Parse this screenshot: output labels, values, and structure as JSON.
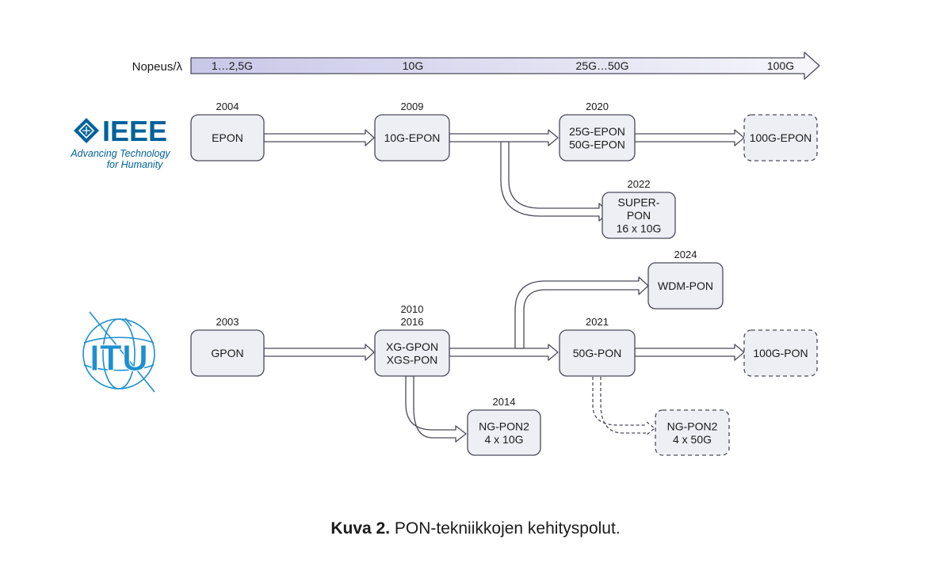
{
  "speed": {
    "label": "Nopeus/λ",
    "ticks": [
      "1…2,5G",
      "10G",
      "25G…50G",
      "100G"
    ]
  },
  "ieee": {
    "logo_text": "IEEE",
    "tagline_1": "Advancing Technology",
    "tagline_2": "for Humanity",
    "nodes": [
      {
        "id": "epon",
        "year": "2004",
        "lines": [
          "EPON"
        ],
        "future": false
      },
      {
        "id": "10g-epon",
        "year": "2009",
        "lines": [
          "10G-EPON"
        ],
        "future": false
      },
      {
        "id": "25g-50g-epon",
        "year": "2020",
        "lines": [
          "25G-EPON",
          "50G-EPON"
        ],
        "future": false
      },
      {
        "id": "100g-epon",
        "year": "",
        "lines": [
          "100G-EPON"
        ],
        "future": true
      },
      {
        "id": "super-pon",
        "year": "2022",
        "lines": [
          "SUPER-",
          "PON",
          "16 x 10G"
        ],
        "future": false
      }
    ]
  },
  "itu": {
    "logo_text": "ITU",
    "nodes": [
      {
        "id": "gpon",
        "year": "2003",
        "lines": [
          "GPON"
        ],
        "future": false
      },
      {
        "id": "xg-xgs-pon",
        "year": "2010\n2016",
        "lines": [
          "XG-GPON",
          "XGS-PON"
        ],
        "future": false
      },
      {
        "id": "wdm-pon",
        "year": "2024",
        "lines": [
          "WDM-PON"
        ],
        "future": false
      },
      {
        "id": "50g-pon",
        "year": "2021",
        "lines": [
          "50G-PON"
        ],
        "future": false
      },
      {
        "id": "100g-pon",
        "year": "",
        "lines": [
          "100G-PON"
        ],
        "future": true
      },
      {
        "id": "ng-pon2-10g",
        "year": "2014",
        "lines": [
          "NG-PON2",
          "4 x 10G"
        ],
        "future": false
      },
      {
        "id": "ng-pon2-50g",
        "year": "",
        "lines": [
          "NG-PON2",
          "4 x 50G"
        ],
        "future": true
      }
    ]
  },
  "caption": {
    "prefix": "Kuva 2.",
    "text": " PON-tekniikkojen kehityspolut."
  },
  "colors": {
    "speed_gradient_start": "#c9c7e8",
    "speed_gradient_end": "#f6f6fb",
    "box_fill": "#eeeff5",
    "ieee_blue": "#00629b",
    "itu_blue": "#1d8fcf"
  }
}
